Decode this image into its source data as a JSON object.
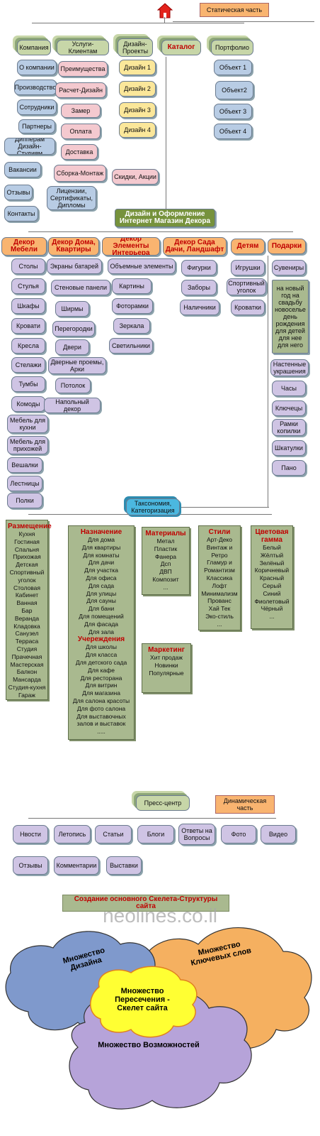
{
  "static_part": "Статическая часть",
  "dynamic_part": "Динамическая часть",
  "top": {
    "company": "Компания",
    "services": "Услуги-Клиентам",
    "design_projects": "Дизайн-Проекты",
    "catalog": "Каталог",
    "portfolio": "Портфолио"
  },
  "company_items": [
    "О компании",
    "Производство",
    "Сотрудники",
    "Партнеры",
    "Дипперам Дизайн-Студиям",
    "Вакансии",
    "Отзывы",
    "Контакты"
  ],
  "services_items": [
    "Преимущества",
    "Расчет-Дизайн",
    "Замер",
    "Оплата",
    "Доставка",
    "Сборка-Монтаж",
    "Лицензии, Сертификаты, Дипломы"
  ],
  "design_items": [
    "Дизайн 1",
    "Дизайн 2",
    "Дизайн 3",
    "Дизайн 4"
  ],
  "discounts": "Скидки, Акции",
  "portfolio_items": [
    "Объект 1",
    "Объект2",
    "Объект 3",
    "Объект 4"
  ],
  "main_bar": "Дизайн и Оформление Интернет Магазин Декора",
  "categories": [
    "Декор Мебели",
    "Декор Дома, Квартиры",
    "Декор Элементы Интерьера",
    "Декор Сада Дачи, Ландшафт",
    "Детям",
    "Подарки"
  ],
  "furniture": [
    "Столы",
    "Стулья",
    "Шкафы",
    "Кровати",
    "Кресла",
    "Стелажи",
    "Тумбы",
    "Комоды",
    "Мебель для кухни",
    "Мебель для прихожей",
    "Вешалки",
    "Лестницы",
    "Полки"
  ],
  "home": [
    "Экраны батарей",
    "Стеновые панели",
    "Ширмы",
    "Перегородки",
    "Двери",
    "Дверные проемы, Арки",
    "Потолок",
    "Напольный декор"
  ],
  "interior": [
    "Объемные элементы",
    "Картины",
    "Фоторамки",
    "Зеркала",
    "Светильники"
  ],
  "garden": [
    "Фигурки",
    "Заборы",
    "Наличники"
  ],
  "kids": [
    "Игрушки",
    "Спортивный уголок",
    "Кроватки"
  ],
  "gifts": [
    "Сувениры",
    "на новый год на свадьбу новоселье день рождения для детей для нее для него",
    "Настенные украшения",
    "Часы",
    "Ключецы",
    "Рамки копилки",
    "Шкатулки",
    "Пано"
  ],
  "taxonomy": "Таксономия, Категоризация",
  "placement": {
    "title": "Размещение",
    "items": [
      "Кухня",
      "Гостиная",
      "Спальня",
      "Прихожая",
      "Детская",
      "Спортивный уголок",
      "Столовая",
      "Кабинет",
      "Ванная",
      "Бар",
      "Веранда",
      "Кладовка",
      "Санузел",
      "Терраса",
      "Студия",
      "Прачечная",
      "Мастерская",
      "Балкон",
      "Мансарда",
      "Студия-кухня",
      "Гараж"
    ]
  },
  "purpose": {
    "title": "Назначение",
    "items": [
      "Для дома",
      "Для квартиры",
      "Для комнаты",
      "Для дачи",
      "Для участка",
      "Для офиса",
      "Для сада",
      "Для улицы",
      "Для сауны",
      "Для бани",
      "Для помещений",
      "Для фасада",
      "Для зала"
    ],
    "title2": "Учереждения",
    "items2": [
      "Для школы",
      "Для класса",
      "Для детского сада",
      "Для кафе",
      "Для ресторана",
      "Для витрин",
      "Для магазина",
      "Для салона красоты",
      "Для фото салона",
      "Для выставочных залов и выставок",
      "....."
    ]
  },
  "materials": {
    "title": "Материалы",
    "items": [
      "Метал",
      "Пластик",
      "Фанера",
      "Дсп",
      "ДВП",
      "Композит",
      "..."
    ]
  },
  "marketing": {
    "title": "Маркетинг",
    "items": [
      "Хит продаж",
      "Новинки",
      "Популярные"
    ]
  },
  "styles": {
    "title": "Стили",
    "items": [
      "Арт-Деко",
      "Винтаж и Ретро",
      "Гламур и Романтизм",
      "Классика",
      "Лофт",
      "Минимализм",
      "Прованс",
      "Хай Тек",
      "Эко-стиль",
      "..."
    ]
  },
  "colors": {
    "title": "Цветовая гамма",
    "items": [
      "Белый",
      "Жёлтый",
      "Зелёный",
      "Коричневый",
      "Красный",
      "Серый",
      "Синий",
      "Фиолетовый",
      "Чёрный",
      "..."
    ]
  },
  "press": "Пресс-центр",
  "press_items": [
    "Нвости",
    "Летопись",
    "Статьи",
    "Блоги",
    "Ответы на Вопросы",
    "Фото",
    "Видео",
    "Отзывы",
    "Комментарии",
    "Выставки"
  ],
  "skeleton_title": "Создание основного Скелета-Структуры сайта",
  "watermark": "neolines.co.il",
  "venn": {
    "design": "Множество Дизайна",
    "keywords": "Множество Ключевых слов",
    "intersection": "Множество Пересечения - Скелет сайта",
    "possibilities": "Множество Возможностей"
  },
  "colors_palette": {
    "blue": "#b8cce4",
    "yellow": "#fbe79a",
    "pink": "#f4c9cf",
    "lavender": "#cfc4e4",
    "green": "#a9b98f",
    "orange": "#f9b470",
    "red": "#c00000"
  }
}
